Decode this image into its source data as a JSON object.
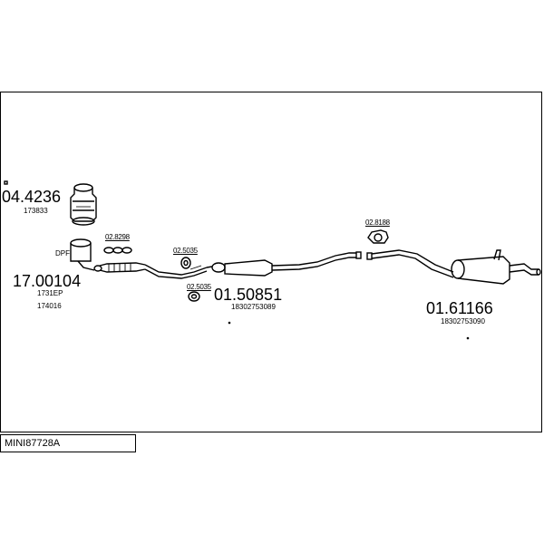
{
  "diagram_title": "MINI87728A",
  "parts": {
    "cat": {
      "code": "04.4236",
      "ref": "173833"
    },
    "dpf": {
      "tag": "DPF",
      "code": "17.00104",
      "ref1": "1731EP",
      "ref2": "174016"
    },
    "gasket": {
      "code": "02.8298"
    },
    "hanger_a": {
      "code": "02.5035"
    },
    "hanger_b": {
      "code": "02.5035"
    },
    "mid_silencer": {
      "code": "01.50851",
      "ref": "18302753089"
    },
    "hanger_c": {
      "code": "02.8188"
    },
    "rear_silencer": {
      "code": "01.61166",
      "ref": "18302753090"
    }
  }
}
